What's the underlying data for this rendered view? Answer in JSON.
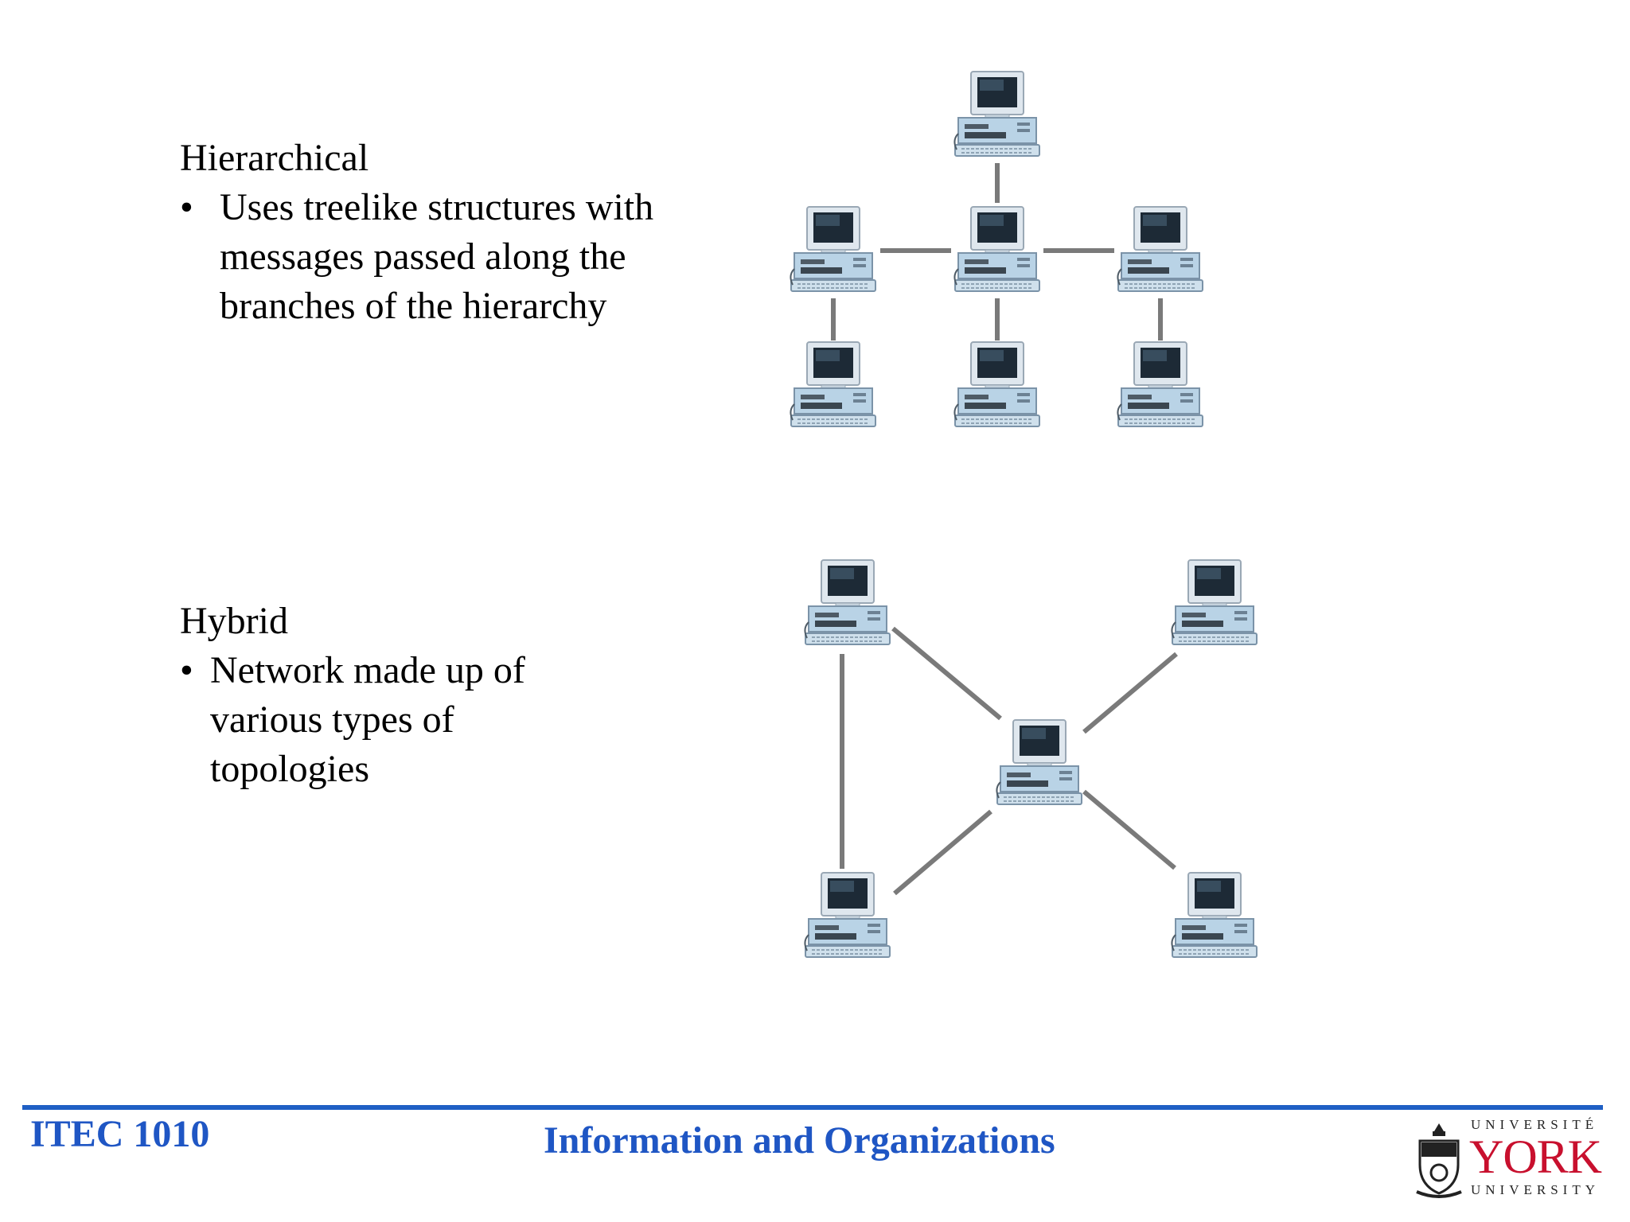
{
  "hierarchical": {
    "heading": "Hierarchical",
    "bullet": "•",
    "text": "Uses treelike structures with messages passed along the branches of the hierarchy"
  },
  "hybrid": {
    "heading": "Hybrid",
    "bullet": "•",
    "text": "Network made up of various types of topologies"
  },
  "footer": {
    "course": "ITEC 1010",
    "subtitle": "Information and Organizations",
    "logo_top": "UNIVERSITÉ",
    "logo_name": "YORK",
    "logo_bottom": "UNIVERSITY"
  },
  "colors": {
    "accent": "#1f5fc4",
    "link_line": "#7a7a7a",
    "york_red": "#c8102e"
  },
  "icons": {
    "node": "desktop-computer-icon"
  }
}
